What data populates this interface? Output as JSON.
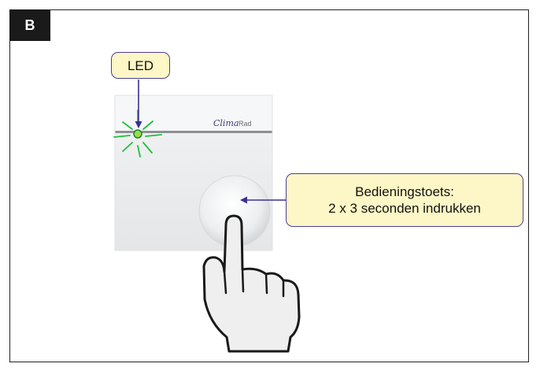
{
  "panel": {
    "label": "B"
  },
  "callouts": {
    "led": "LED",
    "button_line1": "Bedieningstoets:",
    "button_line2": "2 x 3 seconden indrukken"
  },
  "device": {
    "brand_script": "Clima",
    "brand_suffix": "Rad"
  },
  "colors": {
    "callout_fill": "#fdf6c6",
    "callout_border": "#4a3f99",
    "arrow": "#3a3194",
    "led_glow": "#1fbf3a",
    "brand": "#3d3f7a"
  }
}
